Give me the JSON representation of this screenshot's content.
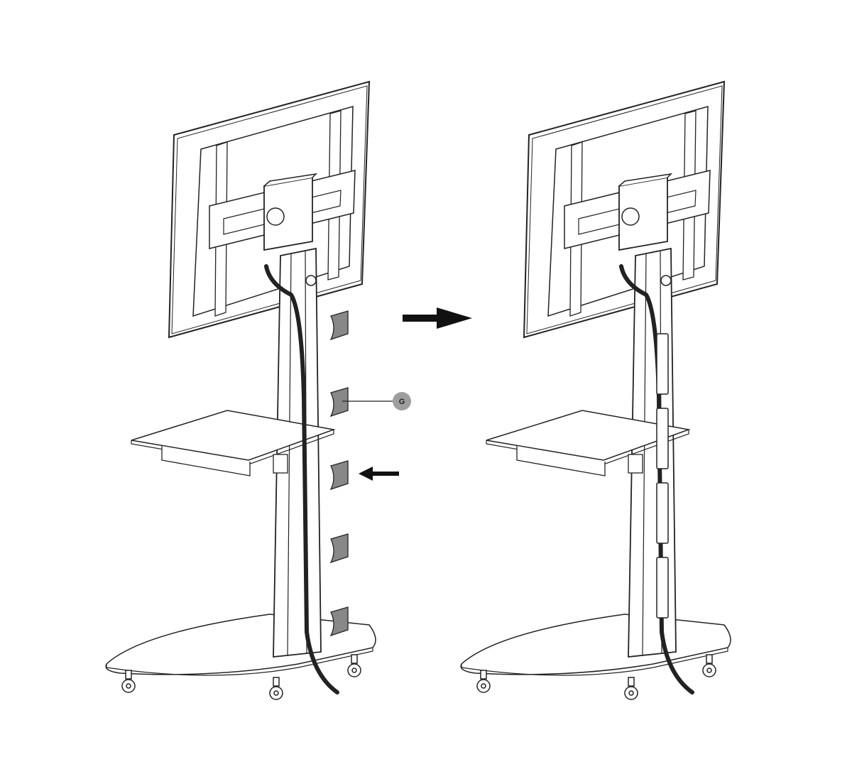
{
  "diagram": {
    "type": "assembly-instruction",
    "subject": "Mobile TV stand cable management clip installation",
    "steps": [
      {
        "name": "before",
        "description": "TV stand with loose cable and separate clips G"
      },
      {
        "name": "after",
        "description": "Clips G snapped into column enclosing cable"
      }
    ],
    "callout": {
      "label": "G",
      "color": "#9e9e9e"
    },
    "clip_count": 5,
    "arrows": [
      {
        "role": "insertion-direction",
        "direction": "left"
      },
      {
        "role": "step-transition",
        "direction": "right"
      }
    ]
  }
}
